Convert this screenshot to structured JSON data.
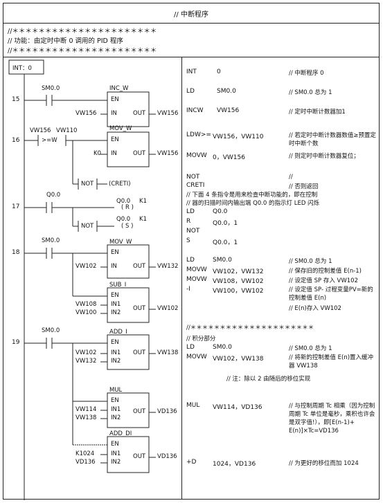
{
  "title": "// 中断程序",
  "header_lines": [
    "//＊＊＊＊＊＊＊＊＊＊＊＊＊＊＊＊＊＊＊＊＊＊",
    "// 功能：由定时中断 0 调用的 PID 程序",
    "//＊＊＊＊＊＊＊＊＊＊＊＊＊＊＊＊＊＊＊＊＊＊"
  ],
  "ladder": {
    "int_label": "INT：0",
    "networks": {
      "n15": "15",
      "n16": "16",
      "n17": "17",
      "n18": "18",
      "n19": "19"
    },
    "contacts": {
      "sm00_15": "SM0.0",
      "vw156": "VW156",
      "vw110": "VW110",
      "cmp": ">=W",
      "q00": "Q0.0",
      "sm00_18": "SM0.0",
      "sm00_19": "SM0.0",
      "not1": "NOT",
      "not2": "NOT",
      "creti": "(CRETI)"
    },
    "boxes": {
      "inc_w": {
        "name": "INC_W",
        "en": "EN",
        "in": "IN",
        "out": "OUT",
        "in_val": "VW156",
        "out_val": "VW156"
      },
      "mov_w1": {
        "name": "MOV_W",
        "en": "EN",
        "in": "IN",
        "out": "OUT",
        "in_val": "K0",
        "out_val": "VW156"
      },
      "mov_w2": {
        "name": "MOV_W",
        "en": "EN",
        "in": "IN",
        "out": "OUT",
        "in_val": "VW102",
        "out_val": "VW132"
      },
      "sub_i": {
        "name": "SUB_I",
        "en": "EN",
        "in1": "IN1",
        "in2": "IN2",
        "out": "OUT",
        "in1_val": "VW108",
        "in2_val": "VW100",
        "out_val": "VW102"
      },
      "add_i": {
        "name": "ADD_I",
        "en": "EN",
        "in1": "IN1",
        "in2": "IN2",
        "out": "OUT",
        "in1_val": "VW102",
        "in2_val": "VW132",
        "out_val": "VW138"
      },
      "mul": {
        "name": "MUL",
        "en": "EN",
        "in1": "IN1",
        "in2": "IN2",
        "out": "OUT",
        "in1_val": "VW114",
        "in2_val": "VW138",
        "out_val": "VD136"
      },
      "add_di": {
        "name": "ADD_DI",
        "en": "EN",
        "in1": "IN1",
        "in2": "IN2",
        "out": "OUT",
        "in1_val": "K1024",
        "in2_val": "VD136",
        "out_val": "VD136"
      }
    },
    "coils": {
      "r_addr": "Q0.0",
      "r_k": "K1",
      "r_sym": "( R )",
      "s_addr": "Q0.0",
      "s_k": "K1",
      "s_sym": "( S )"
    }
  },
  "stl": [
    {
      "op": "INT",
      "arg": "0",
      "cmt": "// 中断程序 0"
    },
    {
      "op": "LD",
      "arg": "SM0.0",
      "cmt": "// SM0.0 总为 1"
    },
    {
      "op": "INCW",
      "arg": "VW156",
      "cmt": "// 定时中断计数器加1"
    },
    {
      "op": "LDW>=",
      "arg": "VW156，VW110",
      "cmt": "// 若定时中断计数器数值≥预置定时中断个数"
    },
    {
      "op": "MOVW",
      "arg": "0，VW156",
      "cmt": "// 则定时中断计数器复位；"
    },
    {
      "op": "NOT",
      "arg": "",
      "cmt": "//"
    },
    {
      "op": "CRETI",
      "arg": "",
      "cmt": "// 否则返回"
    },
    {
      "op": "LD",
      "arg": "Q0.0",
      "cmt": ""
    },
    {
      "op": "R",
      "arg": "Q0.0，1",
      "cmt": ""
    },
    {
      "op": "NOT",
      "arg": "",
      "cmt": ""
    },
    {
      "op": "S",
      "arg": "Q0.0，1",
      "cmt": ""
    },
    {
      "op": "LD",
      "arg": "SM0.0",
      "cmt": "// SM0.0 总为 1"
    },
    {
      "op": "MOVW",
      "arg": "VW102，VW132",
      "cmt": "// 保存旧的控制差值 E(n-1)"
    },
    {
      "op": "MOVW",
      "arg": "VW108，VW102",
      "cmt": "// 设定值 SP 存入 VW102"
    },
    {
      "op": "-I",
      "arg": "VW100，VW102",
      "cmt": "// 设定值 SP- 过程变量PV=新的控制差值 E(n)"
    },
    {
      "op": "",
      "arg": "",
      "cmt": "// E(n)存入 VW102"
    },
    {
      "op": "LD",
      "arg": "SM0.0",
      "cmt": "// SM0.0 总为 1"
    },
    {
      "op": "MOVW",
      "arg": "VW102，VW138",
      "cmt": "// 将新的控制差值 E(n)置入缓冲器 VW138"
    },
    {
      "op": "MUL",
      "arg": "VW114，VD136",
      "cmt": "// 与控制周期 Tc 相乘（因为控制周期 Tc 单位是毫秒，乘积也许会是双字值!），即[E(n-1)+ E(n)]×Tc=VD136"
    },
    {
      "op": "+D",
      "arg": "1024，VD136",
      "cmt": "// 为更好的移位而加 1024"
    }
  ],
  "stl_comments": {
    "note1": "// 下面 4 条指令是用来检查中断功能的，即在控制",
    "note2": "// 器的扫描时间内输出端 Q0.0 的指示灯 LED 闪烁",
    "stars": "//＊＊＊＊＊＊＊＊＊＊＊＊＊＊＊＊＊＊＊＊＊",
    "integral": "// 积分部分",
    "note3": "// 注：除以 2 由随后的移位实现"
  }
}
